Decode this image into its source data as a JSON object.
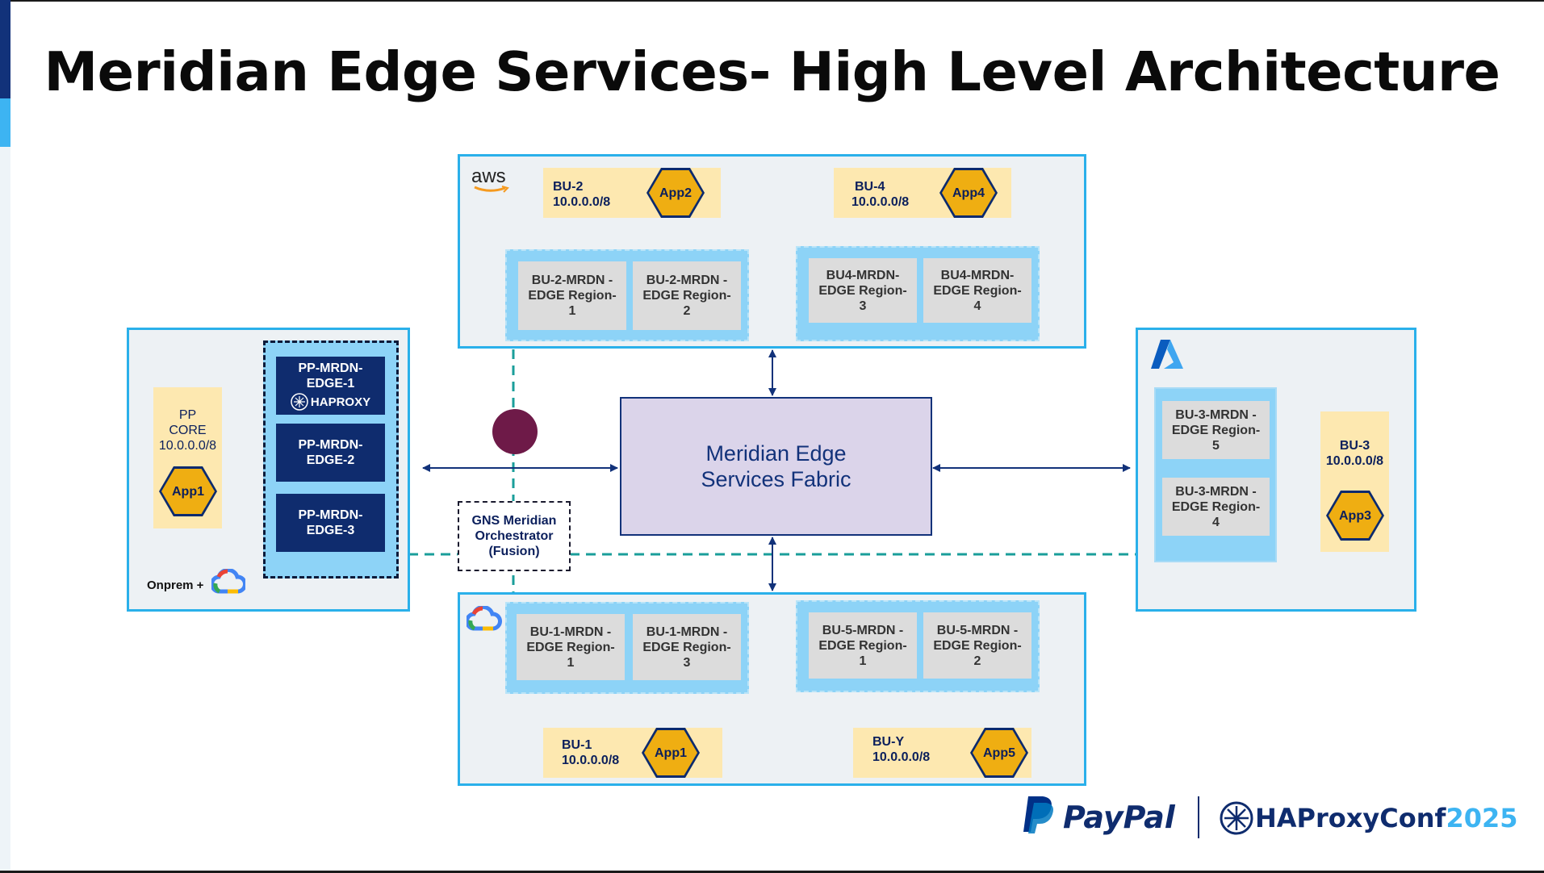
{
  "title": "Meridian Edge Services- High Level Architecture",
  "aws": {
    "logo_text": "aws",
    "bu2": {
      "name": "BU-2",
      "cidr": "10.0.0.0/8",
      "app": "App2",
      "edges": [
        "BU-2-MRDN -EDGE Region-1",
        "BU-2-MRDN -EDGE Region-2"
      ]
    },
    "bu4": {
      "name": "BU-4",
      "cidr": "10.0.0.0/8",
      "app": "App4",
      "edges": [
        "BU4-MRDN- EDGE Region-3",
        "BU4-MRDN- EDGE Region-4"
      ]
    }
  },
  "gcp": {
    "bu1": {
      "name": "BU-1",
      "cidr": "10.0.0.0/8",
      "app": "App1",
      "edges": [
        "BU-1-MRDN -EDGE Region-1",
        "BU-1-MRDN -EDGE Region-3"
      ]
    },
    "bu5": {
      "name": "BU-Y",
      "cidr": "10.0.0.0/8",
      "app": "App5",
      "edges": [
        "BU-5-MRDN -EDGE Region-1",
        "BU-5-MRDN -EDGE Region-2"
      ]
    }
  },
  "onprem": {
    "label": "Onprem +",
    "core": {
      "line1": "PP",
      "line2": "CORE",
      "cidr": "10.0.0.0/8",
      "app": "App1"
    },
    "edges": [
      "PP-MRDN- EDGE-1",
      "PP-MRDN- EDGE-2",
      "PP-MRDN- EDGE-3"
    ],
    "haproxy_text": "HAPROXY"
  },
  "azure": {
    "bu3": {
      "name": "BU-3",
      "cidr": "10.0.0.0/8",
      "app": "App3",
      "edges": [
        "BU-3-MRDN -EDGE Region-5",
        "BU-3-MRDN -EDGE Region-4"
      ]
    }
  },
  "fabric": {
    "line1": "Meridian Edge",
    "line2": "Services Fabric"
  },
  "orchestrator": {
    "line1": "GNS Meridian",
    "line2": "Orchestrator",
    "line3": "(Fusion)"
  },
  "footer": {
    "paypal": "PayPal",
    "conf": "HAProxyConf",
    "year": "2025"
  },
  "colors": {
    "region_border": "#2ab0ea",
    "navy": "#0b1f5c",
    "app_gold": "#efae12",
    "bu_bg": "#fde8b0",
    "fabric_bg": "#dbd4ea",
    "teal_dash": "#1a9e9a",
    "node": "#6e1a48"
  }
}
